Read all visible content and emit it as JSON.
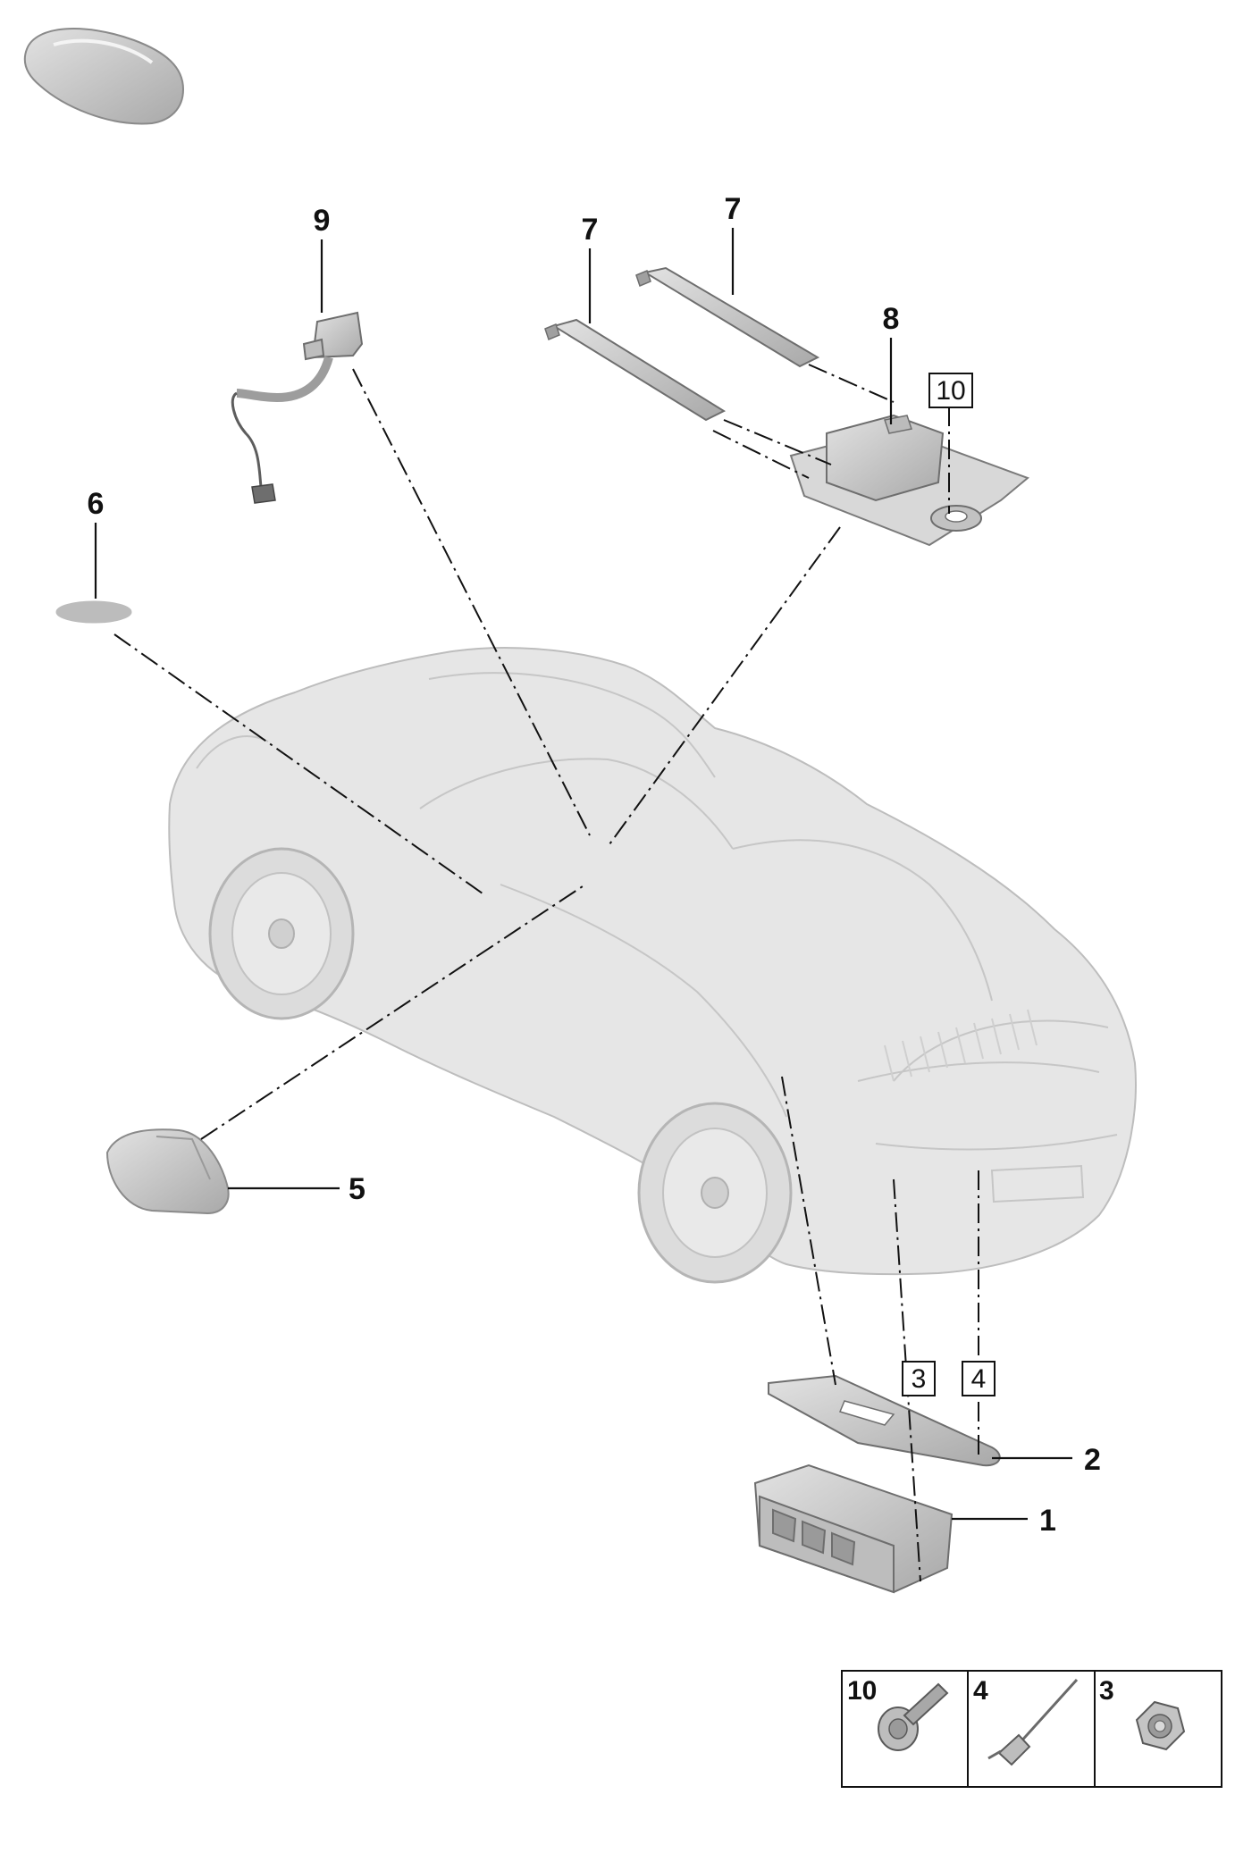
{
  "callouts": {
    "c9": "9",
    "c7a": "7",
    "c7b": "7",
    "c8": "8",
    "c10": "10",
    "c6": "6",
    "c5": "5",
    "c3": "3",
    "c4": "4",
    "c2": "2",
    "c1": "1"
  },
  "legend": {
    "cells": [
      {
        "number": "10",
        "part": "flange-bolt"
      },
      {
        "number": "4",
        "part": "rivet"
      },
      {
        "number": "3",
        "part": "hex-nut"
      }
    ]
  },
  "colors": {
    "part_fill": "#cfcfcf",
    "car_fill": "#e6e6e6",
    "line": "#111111"
  }
}
